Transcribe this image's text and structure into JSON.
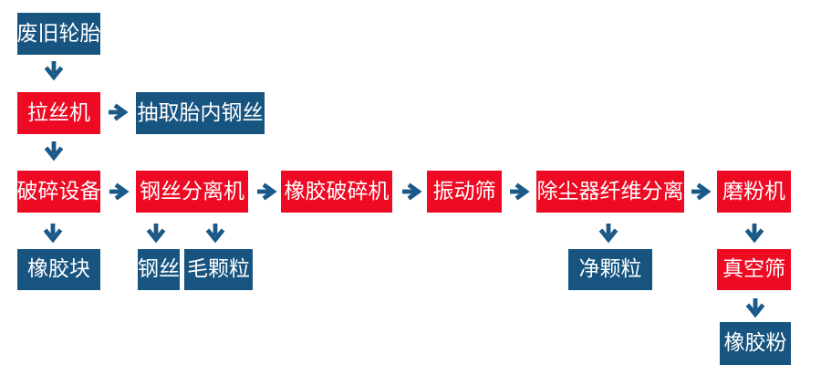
{
  "flowchart": {
    "colors": {
      "process_box": "#ee0a23",
      "result_box": "#17547f",
      "arrow": "#1b5989",
      "text": "#ffffff"
    },
    "nodes": {
      "waste_tires": {
        "label": "废旧轮胎",
        "kind": "result"
      },
      "wire_drawing_machine": {
        "label": "拉丝机",
        "kind": "process"
      },
      "extract_tire_steel_wire": {
        "label": "抽取胎内钢丝",
        "kind": "result"
      },
      "crushing_equipment": {
        "label": "破碎设备",
        "kind": "process"
      },
      "steel_wire_separator": {
        "label": "钢丝分离机",
        "kind": "process"
      },
      "rubber_crusher": {
        "label": "橡胶破碎机",
        "kind": "process"
      },
      "vibrating_screen": {
        "label": "振动筛",
        "kind": "process"
      },
      "dust_collector_fiber_separation": {
        "label": "除尘器纤维分离",
        "kind": "process"
      },
      "grinding_machine": {
        "label": "磨粉机",
        "kind": "process"
      },
      "rubber_blocks": {
        "label": "橡胶块",
        "kind": "result"
      },
      "steel_wire": {
        "label": "钢丝",
        "kind": "result"
      },
      "rough_granules": {
        "label": "毛颗粒",
        "kind": "result"
      },
      "clean_granules": {
        "label": "净颗粒",
        "kind": "result"
      },
      "vacuum_screen": {
        "label": "真空筛",
        "kind": "process"
      },
      "rubber_powder": {
        "label": "橡胶粉",
        "kind": "result"
      }
    },
    "edges": [
      {
        "from": "waste_tires",
        "to": "wire_drawing_machine",
        "direction": "down"
      },
      {
        "from": "wire_drawing_machine",
        "to": "extract_tire_steel_wire",
        "direction": "right"
      },
      {
        "from": "wire_drawing_machine",
        "to": "crushing_equipment",
        "direction": "down"
      },
      {
        "from": "crushing_equipment",
        "to": "rubber_blocks",
        "direction": "down"
      },
      {
        "from": "crushing_equipment",
        "to": "steel_wire_separator",
        "direction": "right"
      },
      {
        "from": "steel_wire_separator",
        "to": "steel_wire",
        "direction": "down"
      },
      {
        "from": "steel_wire_separator",
        "to": "rough_granules",
        "direction": "down"
      },
      {
        "from": "steel_wire_separator",
        "to": "rubber_crusher",
        "direction": "right"
      },
      {
        "from": "rubber_crusher",
        "to": "vibrating_screen",
        "direction": "right"
      },
      {
        "from": "vibrating_screen",
        "to": "dust_collector_fiber_separation",
        "direction": "right"
      },
      {
        "from": "dust_collector_fiber_separation",
        "to": "clean_granules",
        "direction": "down"
      },
      {
        "from": "dust_collector_fiber_separation",
        "to": "grinding_machine",
        "direction": "right"
      },
      {
        "from": "grinding_machine",
        "to": "vacuum_screen",
        "direction": "down"
      },
      {
        "from": "vacuum_screen",
        "to": "rubber_powder",
        "direction": "down"
      }
    ]
  }
}
